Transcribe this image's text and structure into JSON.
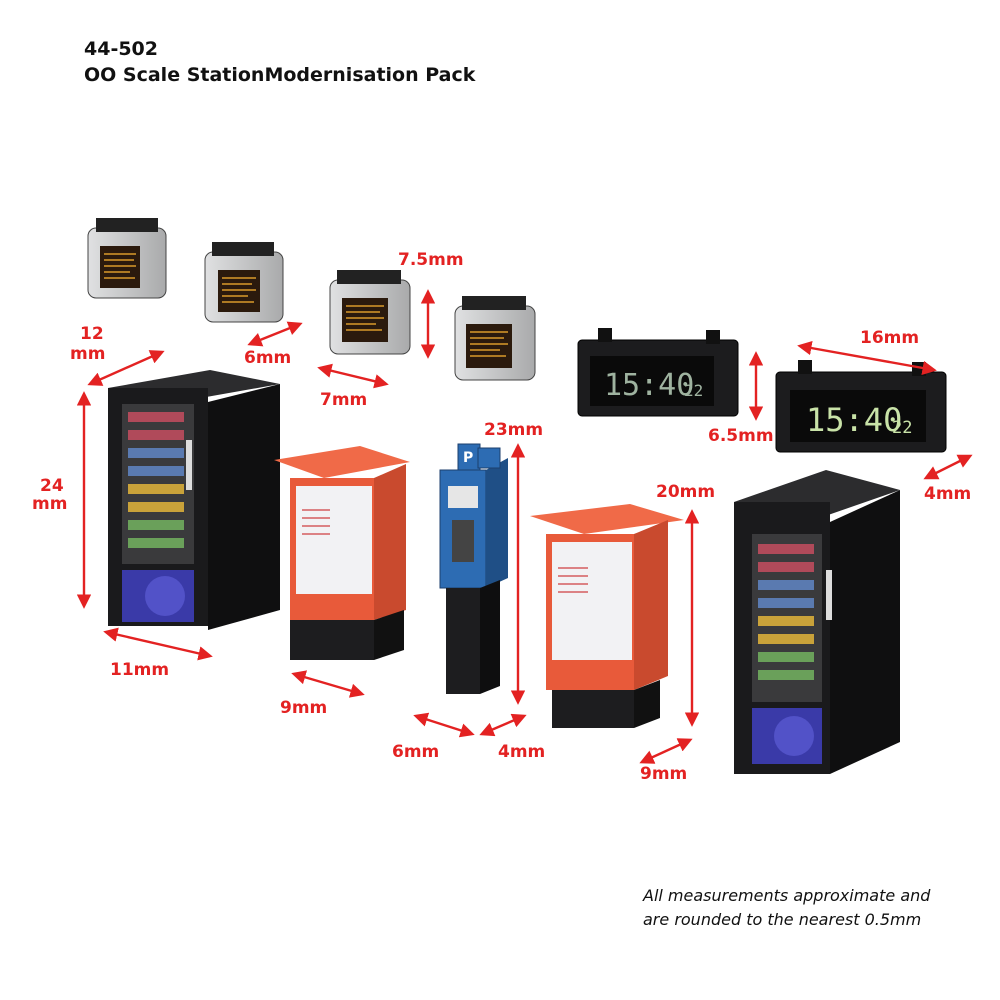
{
  "header": {
    "product_code": "44-502",
    "title": "OO Scale StationModernisation Pack"
  },
  "footnote": {
    "line1": "All measurements approximate and",
    "line2": "are rounded to the nearest 0.5mm"
  },
  "dimensions": {
    "board_height": "7.5mm",
    "board_depth": "6mm",
    "board_width": "7mm",
    "vending_depth_line1": "12",
    "vending_depth_line2": "mm",
    "vending_height_line1": "24",
    "vending_height_line2": "mm",
    "vending_width": "11mm",
    "ticket_width": "9mm",
    "ticket_height": "20mm",
    "ticket_depth": "9mm",
    "meter_height": "23mm",
    "meter_width": "6mm",
    "meter_depth": "4mm",
    "clock_width": "16mm",
    "clock_height": "6.5mm",
    "clock_depth": "4mm"
  },
  "clock": {
    "time_main": "15:40",
    "time_seconds": "22"
  },
  "parking_sign": {
    "letter": "P"
  },
  "colors": {
    "dimension_red": "#e32222",
    "board_grey": "#c9cacb",
    "ticket_orange": "#e85a3a",
    "vending_black": "#1a1a1c",
    "meter_blue": "#2d6cb3",
    "clock_digit_green": "#c9e3a8"
  }
}
